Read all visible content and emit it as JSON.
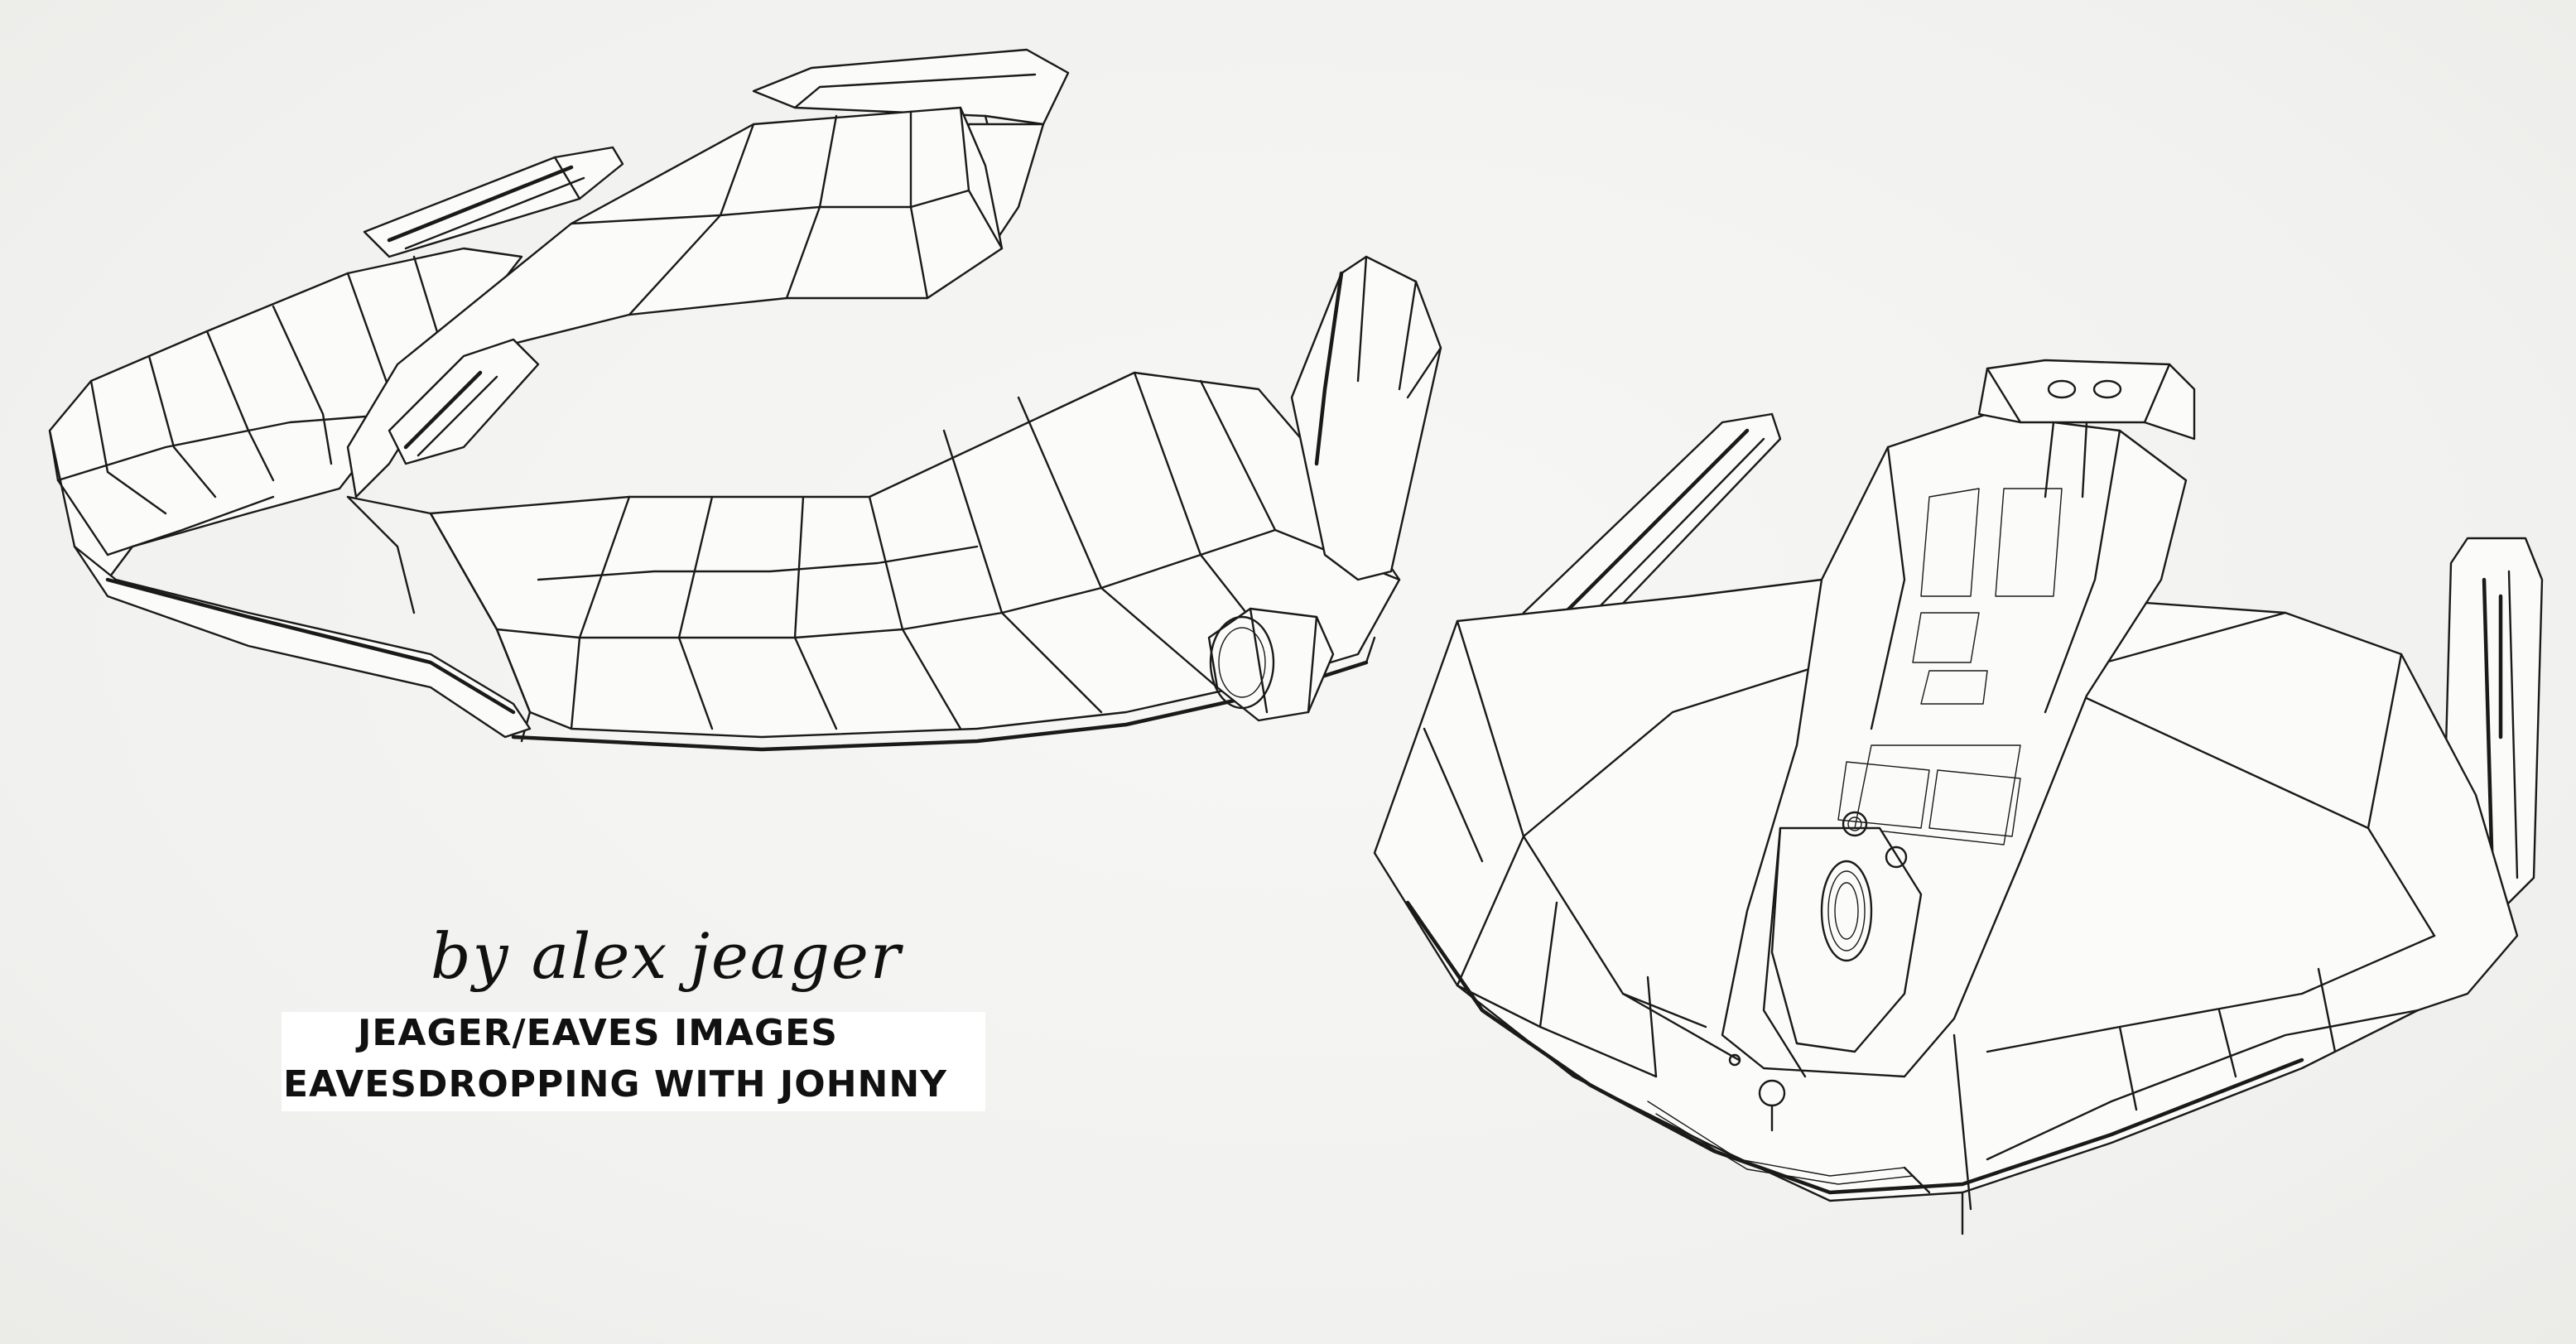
{
  "credits": {
    "byline": "by alex jeager",
    "line1": "JEAGER/EAVES IMAGES",
    "line2": "EAVESDROPPING WITH JOHNNY"
  },
  "colors": {
    "line": "#1a1a1a",
    "paper": "#f3f3f1"
  }
}
